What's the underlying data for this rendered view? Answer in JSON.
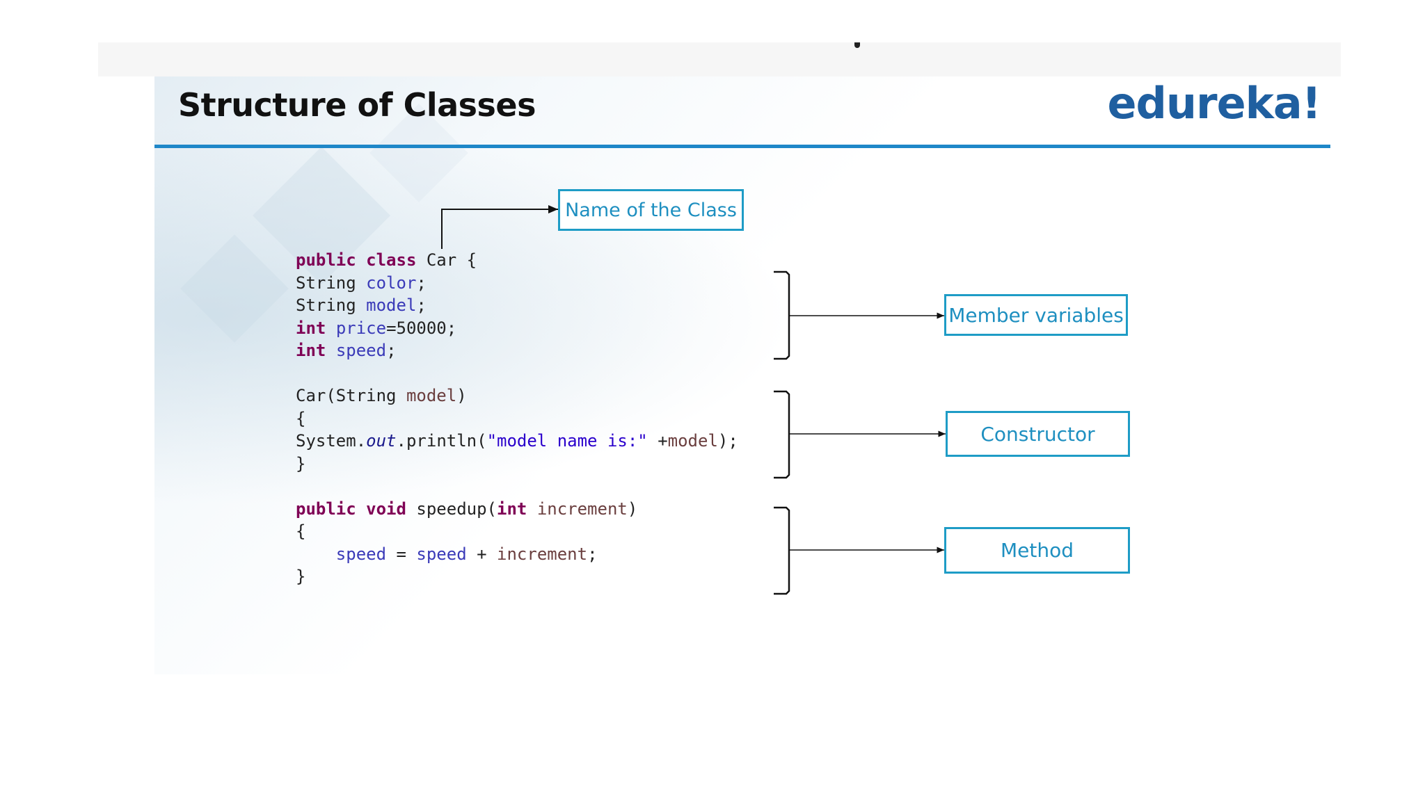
{
  "slide": {
    "title": "Structure of Classes",
    "logo": "edureka!"
  },
  "code_lines": [
    [
      {
        "t": "public class",
        "c": "kw"
      },
      {
        "t": " Car {",
        "c": ""
      }
    ],
    [
      {
        "t": "String ",
        "c": ""
      },
      {
        "t": "color",
        "c": "fld"
      },
      {
        "t": ";",
        "c": ""
      }
    ],
    [
      {
        "t": "String ",
        "c": ""
      },
      {
        "t": "model",
        "c": "fld"
      },
      {
        "t": ";",
        "c": ""
      }
    ],
    [
      {
        "t": "int",
        "c": "kw"
      },
      {
        "t": " ",
        "c": ""
      },
      {
        "t": "price",
        "c": "fld"
      },
      {
        "t": "=50000;",
        "c": ""
      }
    ],
    [
      {
        "t": "int",
        "c": "kw"
      },
      {
        "t": " ",
        "c": ""
      },
      {
        "t": "speed",
        "c": "fld"
      },
      {
        "t": ";",
        "c": ""
      }
    ],
    [],
    [
      {
        "t": "Car(String ",
        "c": ""
      },
      {
        "t": "model",
        "c": "prm"
      },
      {
        "t": ")",
        "c": ""
      }
    ],
    [
      {
        "t": "{",
        "c": ""
      }
    ],
    [
      {
        "t": "System.",
        "c": ""
      },
      {
        "t": "out",
        "c": "itl"
      },
      {
        "t": ".println(",
        "c": ""
      },
      {
        "t": "\"model name is:\"",
        "c": "str"
      },
      {
        "t": " +",
        "c": ""
      },
      {
        "t": "model",
        "c": "prm"
      },
      {
        "t": ");",
        "c": ""
      }
    ],
    [
      {
        "t": "}",
        "c": ""
      }
    ],
    [],
    [
      {
        "t": "public void",
        "c": "kw"
      },
      {
        "t": " speedup(",
        "c": ""
      },
      {
        "t": "int",
        "c": "kw"
      },
      {
        "t": " ",
        "c": ""
      },
      {
        "t": "increment",
        "c": "prm"
      },
      {
        "t": ")",
        "c": ""
      }
    ],
    [
      {
        "t": "{",
        "c": ""
      }
    ],
    [
      {
        "t": "    ",
        "c": ""
      },
      {
        "t": "speed",
        "c": "fld"
      },
      {
        "t": " = ",
        "c": ""
      },
      {
        "t": "speed",
        "c": "fld"
      },
      {
        "t": " + ",
        "c": ""
      },
      {
        "t": "increment",
        "c": "prm"
      },
      {
        "t": ";",
        "c": ""
      }
    ],
    [
      {
        "t": "}",
        "c": ""
      }
    ]
  ],
  "labels": {
    "class_name": "Name of the Class",
    "member_variables": "Member variables",
    "constructor": "Constructor",
    "method": "Method"
  },
  "colors": {
    "accent_rule": "#1e87c8",
    "label_border": "#1e9cc6",
    "label_text": "#1e8fc0",
    "logo": "#1f5fa0",
    "keyword": "#7f0055",
    "field": "#3a3ab8"
  }
}
